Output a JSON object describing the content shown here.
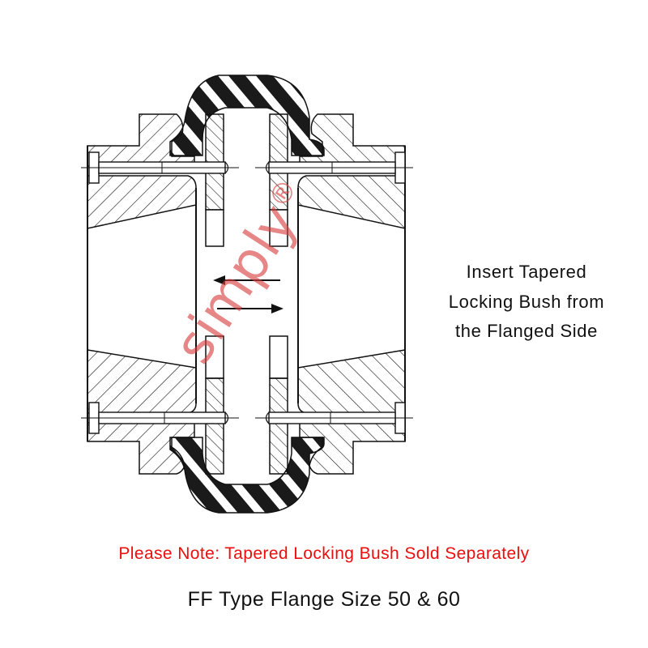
{
  "diagram": {
    "subject": "Flexible tyre coupling, FF type (flange), cross-section",
    "components": [
      "tyre-element",
      "left-flange-hub",
      "right-flange-hub",
      "clamping-rings",
      "bolts",
      "tapered-bore",
      "direction-arrows"
    ],
    "arrows": {
      "top": "left",
      "bottom": "right"
    },
    "colors": {
      "line": "#111111",
      "tyre": "#1a1a1a",
      "note": "#ee0d0d",
      "watermark": "#d63c3c"
    }
  },
  "labels": {
    "side_note_line1": "Insert Tapered",
    "side_note_line2": "Locking Bush from",
    "side_note_line3": "the Flanged Side",
    "note": "Please Note: Tapered Locking Bush Sold Separately",
    "title": "FF Type Flange Size 50 & 60",
    "watermark": "simply",
    "watermark_mark": "®"
  }
}
